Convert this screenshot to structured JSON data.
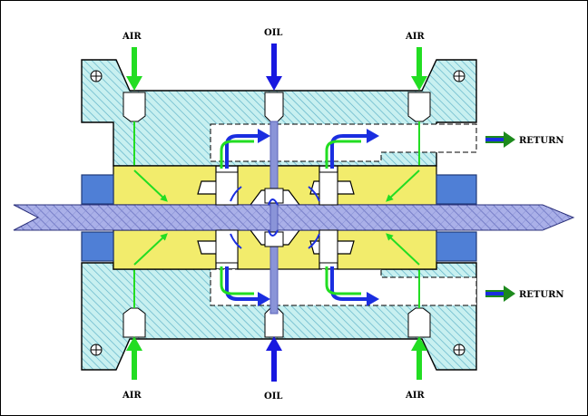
{
  "labels": {
    "top_left_air": "AIR",
    "top_oil": "OIL",
    "top_right_air": "AIR",
    "right_top_return": "RETURN",
    "right_bottom_return": "RETURN",
    "bottom_left_air": "AIR",
    "bottom_oil": "OIL",
    "bottom_right_air": "AIR"
  },
  "colors": {
    "body_fill": "#c8f0f0",
    "hatch": "#5fb3c8",
    "seal_yellow": "#f2ec6c",
    "shaft": "#8a94d8",
    "air_arrow": "#22dd22",
    "oil_arrow": "#1818e0",
    "return_arrow_blue": "#1a2ee0",
    "return_arrow_green": "#1d8a1d",
    "end_seal": "#4f7fd6",
    "end_seal_dark": "#203a78"
  },
  "icons": [
    "bolt-hole-icon",
    "air-inlet-arrow-icon",
    "oil-inlet-arrow-icon",
    "return-arrow-icon"
  ]
}
